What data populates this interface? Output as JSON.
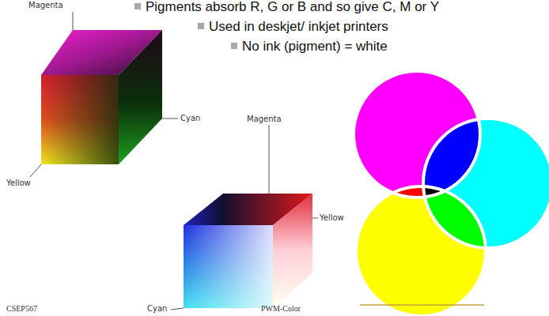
{
  "diagram": {
    "labels": [
      "Pigments absorb R, G or B and so give C, M or Y",
      "Used in deskjet/ inkjet printers",
      "No ink (pigment) = white",
      "Magenta",
      "Cyan",
      "Yellow",
      "Magenta",
      "Yellow",
      "Cyan",
      "CSEP567",
      "PWM-Color"
    ]
  }
}
